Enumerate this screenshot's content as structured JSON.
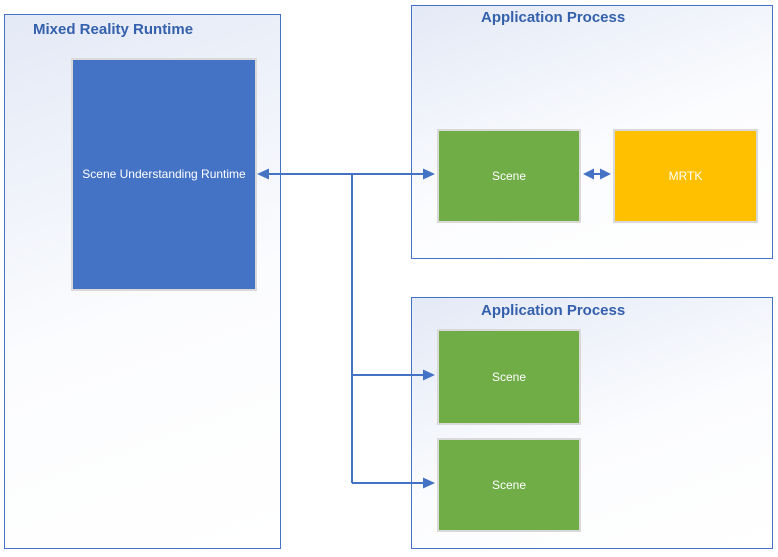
{
  "diagram": {
    "left_container": {
      "title": "Mixed Reality Runtime",
      "runtime_box": {
        "label": "Scene Understanding Runtime"
      }
    },
    "top_right_container": {
      "title": "Application Process",
      "scene_box": {
        "label": "Scene"
      },
      "mrtk_box": {
        "label": "MRTK"
      }
    },
    "bottom_right_container": {
      "title": "Application Process",
      "scene_box_1": {
        "label": "Scene"
      },
      "scene_box_2": {
        "label": "Scene"
      }
    },
    "connectors": [
      {
        "from": "Scene Understanding Runtime",
        "to": "Scene (top Application Process)",
        "type": "double-arrow"
      },
      {
        "from": "Scene (top Application Process)",
        "to": "MRTK",
        "type": "double-arrow"
      },
      {
        "from": "Scene Understanding Runtime link",
        "to": "Scene (bottom Application Process, upper)",
        "type": "arrow"
      },
      {
        "from": "Scene Understanding Runtime link",
        "to": "Scene (bottom Application Process, lower)",
        "type": "arrow"
      }
    ]
  },
  "colors": {
    "container_border": "#4472C4",
    "container_bg_from": "#E3E9F6",
    "title_text": "#3560AC",
    "blue_box": "#4472C4",
    "green_box": "#70AD47",
    "yellow_box": "#FFC000",
    "box_border": "#D9D9D9",
    "box_text": "#FFFFFF",
    "connector": "#4472C4"
  }
}
